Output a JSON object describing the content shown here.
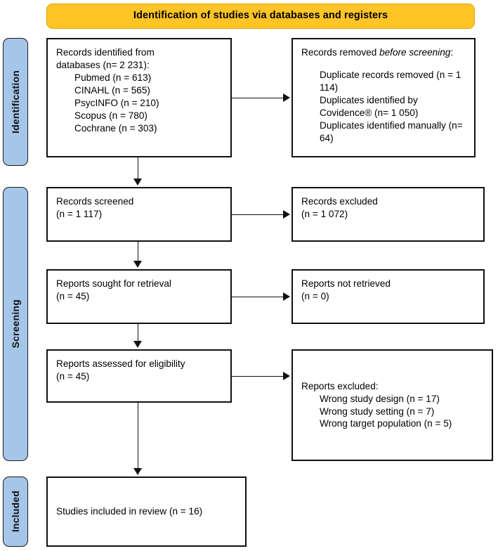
{
  "title": {
    "text": "Identification of studies via databases and registers",
    "background_color": "#FFC425",
    "border_color": "#E0A800"
  },
  "stages": {
    "identification": "Identification",
    "screening": "Screening",
    "included": "Included",
    "color": "#A5C6E8"
  },
  "boxes": {
    "identified": {
      "line1": "Records identified from",
      "line2": "databases (n= 2 231):",
      "sources": [
        "Pubmed (n = 613)",
        "CINAHL (n = 565)",
        "PsycINFO (n = 210)",
        "Scopus (n = 780)",
        "Cochrane (n = 303)"
      ]
    },
    "removed": {
      "heading_plain": "Records removed ",
      "heading_italic": "before screening",
      "heading_colon": ":",
      "items": [
        "Duplicate records removed (n = 1 114)",
        "Duplicates identified by Covidence® (n= 1 050)",
        "Duplicates identified manually (n= 64)"
      ]
    },
    "screened": {
      "line1": "Records screened",
      "line2": "(n = 1 117)"
    },
    "excluded": {
      "line1": "Records excluded",
      "line2": "(n = 1 072)"
    },
    "sought": {
      "line1": "Reports sought for retrieval",
      "line2": "(n = 45)"
    },
    "not_retrieved": {
      "line1": "Reports not retrieved",
      "line2": "(n = 0)"
    },
    "assessed": {
      "line1": "Reports assessed for eligibility",
      "line2": "(n = 45)"
    },
    "reports_excluded": {
      "heading": "Reports excluded:",
      "reasons": [
        "Wrong study design (n = 17)",
        "Wrong study setting (n = 7)",
        "Wrong target population (n = 5)"
      ]
    },
    "included": {
      "line1": "Studies included in review (n = 16)"
    }
  },
  "counts": {
    "records_identified_total": 2231,
    "pubmed": 613,
    "cinahl": 565,
    "psycinfo": 210,
    "scopus": 780,
    "cochrane": 303,
    "duplicate_records_removed": 1114,
    "duplicates_covidence": 1050,
    "duplicates_manual": 64,
    "records_screened": 1117,
    "records_excluded": 1072,
    "reports_sought": 45,
    "reports_not_retrieved": 0,
    "reports_assessed": 45,
    "wrong_study_design": 17,
    "wrong_study_setting": 7,
    "wrong_target_population": 5,
    "studies_included": 16
  }
}
